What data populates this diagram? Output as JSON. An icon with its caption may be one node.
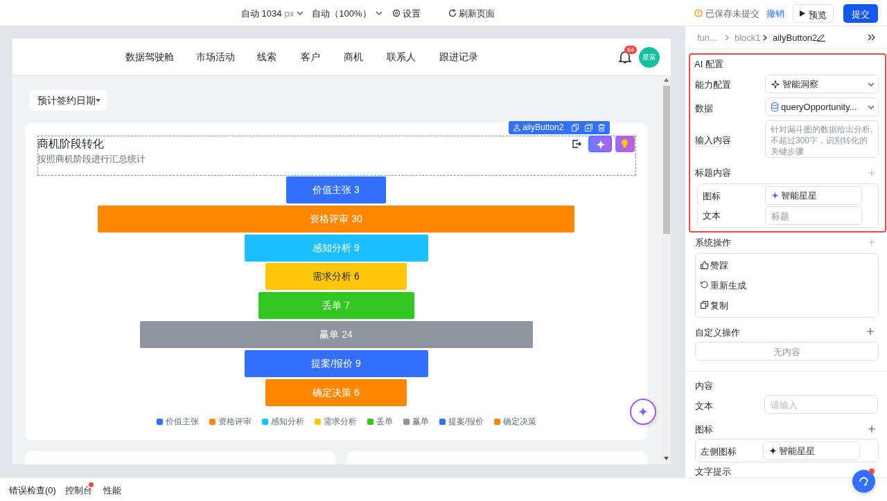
{
  "diagram": {
    "labels": [
      "自动 1034",
      "px",
      "自动（100%）",
      "设置",
      "刷新页面",
      "已保存未提交",
      "撤销",
      "预览",
      "提交",
      "数据驾驶舱",
      "市场活动",
      "线索",
      "客户",
      "商机",
      "联系人",
      "跟进记录",
      "64",
      "星富",
      "预计签约日期",
      "ailyButton2",
      "商机阶段转化",
      "按照商机阶段进行汇总统计",
      "fun...",
      "block1",
      "ailyButton2",
      "AI 配置",
      "能力配置",
      "智能洞察",
      "数据",
      "queryOpportunity...",
      "输入内容",
      "针对漏斗图的数据给出分析,不超过300字，识别转化的关键步骤",
      "标题内容",
      "图标",
      "智能星星",
      "文本",
      "标题",
      "系统操作",
      "赞踩",
      "重新生成",
      "复制",
      "自定义操作",
      "无内容",
      "内容",
      "文本",
      "请输入",
      "图标",
      "左侧图标",
      "智能星星",
      "文字提示",
      "错误检查(0)",
      "控制台",
      "性能"
    ],
    "legend": [
      {
        "text": "价值主张",
        "color": "#3370ff"
      },
      {
        "text": "资格评审",
        "color": "#ff8800"
      },
      {
        "text": "感知分析",
        "color": "#1bbfff"
      },
      {
        "text": "需求分析",
        "color": "#ffc60a"
      },
      {
        "text": "丢单",
        "color": "#34c724"
      },
      {
        "text": "赢单",
        "color": "#8f959e"
      },
      {
        "text": "提案/报价",
        "color": "#3370ff"
      },
      {
        "text": "确定决策",
        "color": "#ff8800"
      }
    ],
    "nodes": [
      {
        "text": [
          "价值主张 3"
        ]
      },
      {
        "text": [
          "资格评审 30"
        ]
      },
      {
        "text": [
          "感知分析 9"
        ]
      },
      {
        "text": [
          "需求分析 6"
        ]
      },
      {
        "text": [
          "丢单 7"
        ]
      },
      {
        "text": [
          "赢单 24"
        ]
      },
      {
        "text": [
          "提案/报价 9"
        ]
      },
      {
        "text": [
          "确定决策 6"
        ]
      }
    ]
  }
}
